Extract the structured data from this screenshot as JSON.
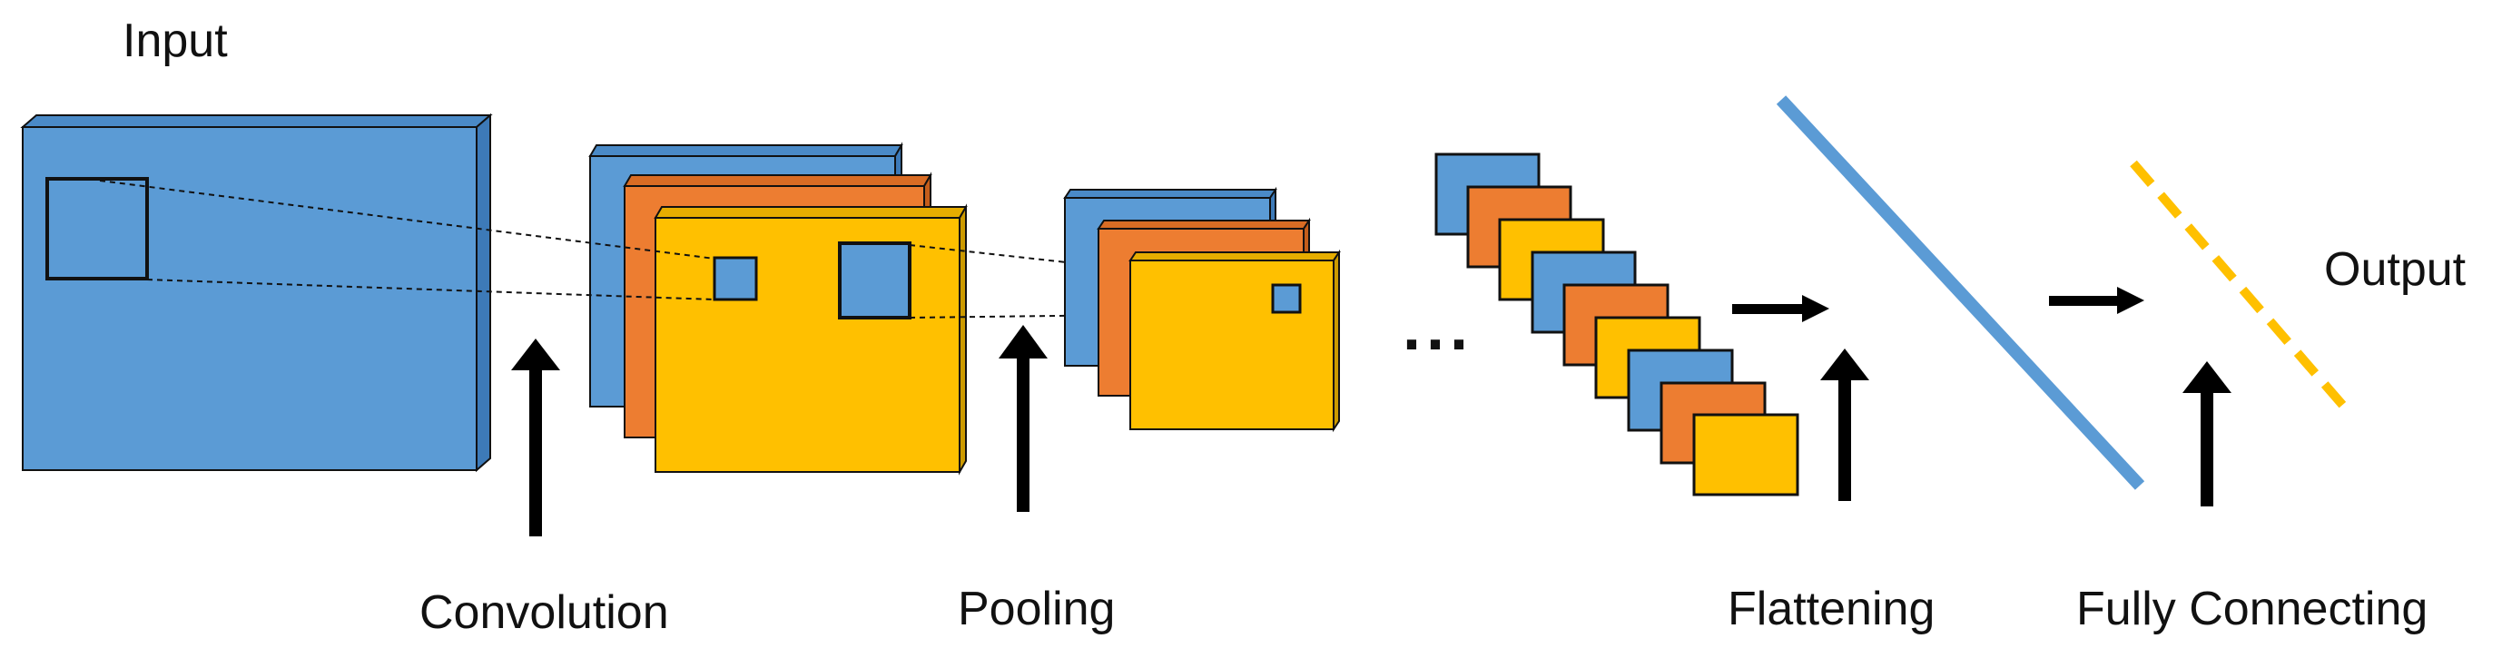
{
  "labels": {
    "input": "Input",
    "convolution": "Convolution",
    "pooling": "Pooling",
    "flattening": "Flattening",
    "fully_connecting": "Fully Connecting",
    "output": "Output",
    "ellipsis": "..."
  },
  "colors": {
    "blue": "#5b9bd5",
    "orange": "#ed7d31",
    "yellow": "#ffc000",
    "outline": "#111111",
    "arrow": "#000000"
  }
}
